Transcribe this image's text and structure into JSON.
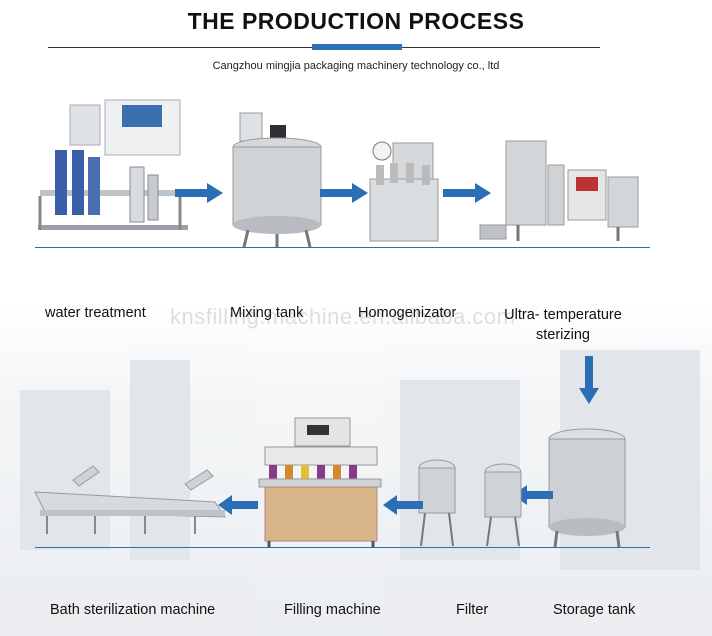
{
  "header": {
    "title": "THE PRODUCTION PROCESS",
    "subtitle": "Cangzhou mingjia packaging machinery technology co., ltd"
  },
  "watermark": "knsfilling.machine.en.alibaba.com",
  "steps": [
    {
      "label": "water treatment"
    },
    {
      "label": "Mixing tank"
    },
    {
      "label": "Homogenizator"
    },
    {
      "label": "Ultra- temperature sterizing"
    },
    {
      "label": "Storage tank"
    },
    {
      "label": "Filter"
    },
    {
      "label": "Filling machine"
    },
    {
      "label": "Bath sterilization machine"
    }
  ],
  "colors": {
    "arrow": "#2a6fb5",
    "steel": "#c9cdd1"
  }
}
